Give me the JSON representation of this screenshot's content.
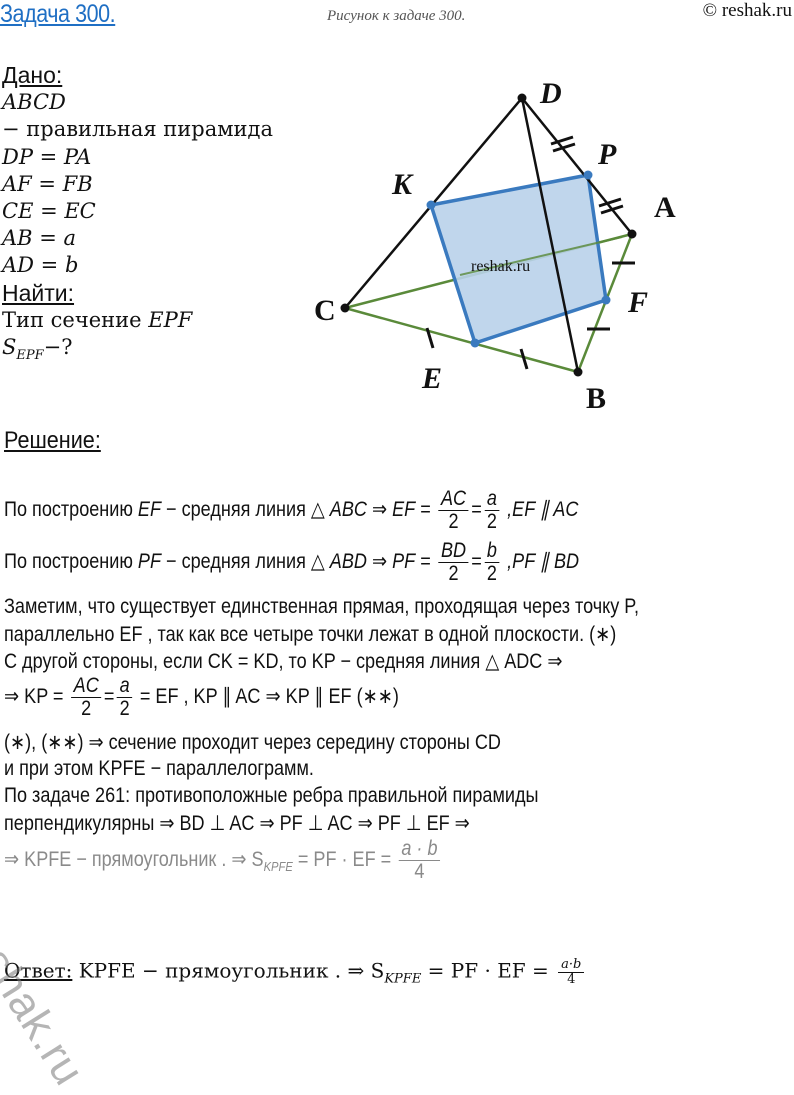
{
  "header": {
    "title_link": "Задача 300.",
    "figure_caption": "Рисунок к задаче 300.",
    "copyright": "© reshak.ru"
  },
  "given": {
    "heading": "Дано:",
    "lines": [
      "ABCD",
      "− правильная пирамида",
      "DP = PA",
      "AF = FB",
      "CE = EC",
      "AB = a",
      "AD = b"
    ],
    "find_heading": "Найти:",
    "find_line1_text": "Тип сечение ",
    "find_line1_math": "EPF",
    "find_line2_S": "S",
    "find_line2_sub": "EPF",
    "find_line2_rest": "−?"
  },
  "figure": {
    "labels": {
      "D": "D",
      "P": "P",
      "K": "K",
      "A": "A",
      "C": "C",
      "F": "F",
      "E": "E",
      "B": "B"
    },
    "watermark": "reshak.ru",
    "colors": {
      "edge": "#111111",
      "base": "#5a8a3a",
      "section_fill": "#b9d1ea",
      "section_stroke": "#3a7abf"
    }
  },
  "solution": {
    "heading": "Решение:",
    "l1": {
      "pre": "По построению ",
      "m1": "EF",
      "mid": " − средняя линия △ ",
      "m2": "ABC",
      "arrow": " ⇒ ",
      "m3": "EF",
      "eq": " = ",
      "num1": "AC",
      "den1": "2",
      "num2": "a",
      "den2": "2",
      "tail": " ,EF ∥ AC"
    },
    "l2": {
      "pre": "По построению ",
      "m1": "PF",
      "mid": " − средняя линия △ ",
      "m2": "ABD",
      "arrow": " ⇒ ",
      "m3": "PF",
      "eq": " = ",
      "num1": "BD",
      "den1": "2",
      "num2": "b",
      "den2": "2",
      "tail": " ,PF ∥ BD"
    },
    "l3": "Заметим, что существует единственная прямая, проходящая через точку P,",
    "l4": "параллельно EF , так как все четыре точки лежат в одной плоскости. (∗)",
    "l5": "С другой стороны, если CK = KD, то KP − средняя линия △ ADC  ⇒",
    "l6": {
      "pre": "⇒ KP = ",
      "num1": "AC",
      "den1": "2",
      "num2": "a",
      "den2": "2",
      "tail": " = EF , KP ∥ AC ⇒ KP ∥ EF (∗∗)"
    },
    "l7": "(∗), (∗∗) ⇒ сечение проходит через середину стороны CD",
    "l8": "и при этом KPFE − параллелограмм.",
    "l9": "По задаче 261: противоположные ребра правильной пирамиды",
    "l10": "перпендикулярны ⇒ BD ⊥ AC ⇒ PF ⊥ AC ⇒ PF ⊥ EF ⇒",
    "l11": {
      "pre": "⇒ KPFE − прямоугольник . ⇒ S",
      "sub": "KPFE",
      "mid": " = PF · EF = ",
      "num": "a · b",
      "den": "4"
    }
  },
  "answer": {
    "heading": "Ответ:",
    "pre": " KPFE − прямоугольник . ⇒ S",
    "sub": "KPFE",
    "mid": " = PF · EF = ",
    "num": "a·b",
    "den": "4"
  },
  "watermark": "reshak.ru"
}
